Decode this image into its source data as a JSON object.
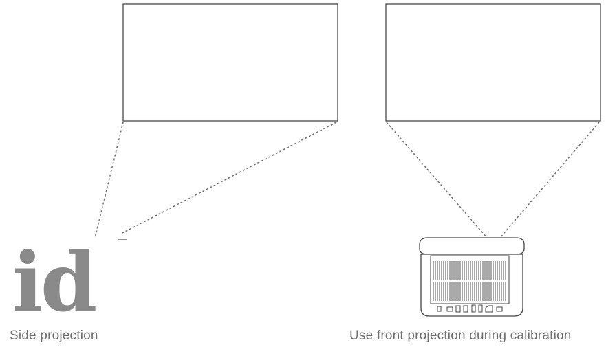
{
  "logo_text": "id",
  "captions": {
    "side": "Side projection",
    "front": "Use front projection  during calibration"
  }
}
